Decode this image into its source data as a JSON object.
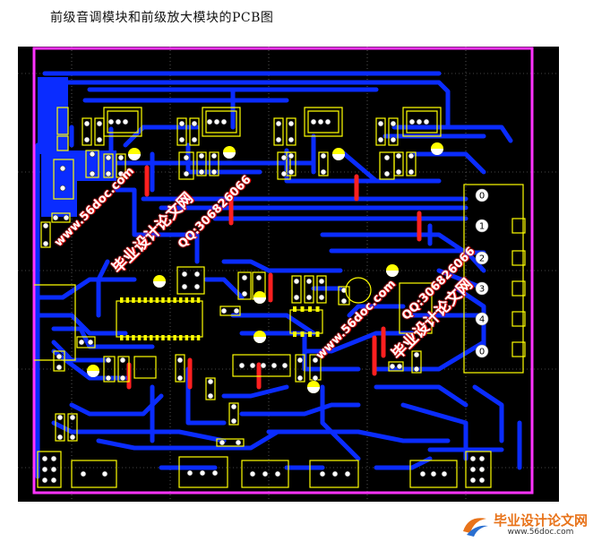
{
  "caption": "前级音调模块和前级放大模块的PCB图",
  "watermarks": {
    "site_left": "www.56doc.com",
    "title_left": "毕业设计论文网",
    "qq_left": "QQ:306826066",
    "site_right": "www.56doc.com",
    "title_right": "毕业设计论文网",
    "qq_right": "QQ:306826066"
  },
  "connector_pins": [
    "0",
    "1",
    "2",
    "3",
    "4",
    "0"
  ],
  "logo": {
    "text": "毕业设计论文网",
    "url": "www.56doc.com"
  },
  "colors": {
    "board": "#000000",
    "trace": "#0a2cff",
    "outline": "#ff33ff",
    "silk": "#ffff00",
    "jumper": "#ff2020",
    "grid": "#9a9a9a"
  }
}
